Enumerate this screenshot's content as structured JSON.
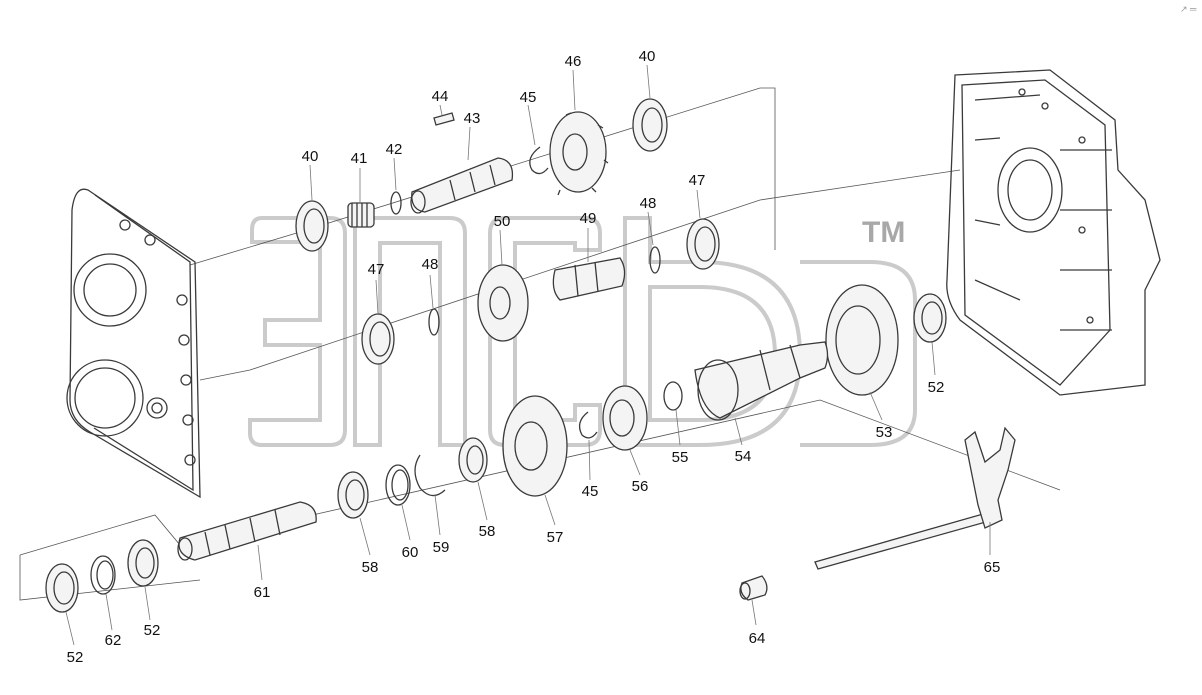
{
  "diagram": {
    "watermark_mark": "TM",
    "corner_mark": "↗ ═",
    "callouts": [
      {
        "id": "c40a",
        "text": "40"
      },
      {
        "id": "c41",
        "text": "41"
      },
      {
        "id": "c42",
        "text": "42"
      },
      {
        "id": "c44",
        "text": "44"
      },
      {
        "id": "c43",
        "text": "43"
      },
      {
        "id": "c45a",
        "text": "45"
      },
      {
        "id": "c46",
        "text": "46"
      },
      {
        "id": "c40b",
        "text": "40"
      },
      {
        "id": "c47a",
        "text": "47"
      },
      {
        "id": "c48a",
        "text": "48"
      },
      {
        "id": "c49",
        "text": "49"
      },
      {
        "id": "c50",
        "text": "50"
      },
      {
        "id": "c47b",
        "text": "47"
      },
      {
        "id": "c48b",
        "text": "48"
      },
      {
        "id": "c52a",
        "text": "52"
      },
      {
        "id": "c53",
        "text": "53"
      },
      {
        "id": "c54",
        "text": "54"
      },
      {
        "id": "c55",
        "text": "55"
      },
      {
        "id": "c56",
        "text": "56"
      },
      {
        "id": "c45b",
        "text": "45"
      },
      {
        "id": "c57",
        "text": "57"
      },
      {
        "id": "c58a",
        "text": "58"
      },
      {
        "id": "c59",
        "text": "59"
      },
      {
        "id": "c60",
        "text": "60"
      },
      {
        "id": "c58b",
        "text": "58"
      },
      {
        "id": "c61",
        "text": "61"
      },
      {
        "id": "c52b",
        "text": "52"
      },
      {
        "id": "c62",
        "text": "62"
      },
      {
        "id": "c52c",
        "text": "52"
      },
      {
        "id": "c64",
        "text": "64"
      },
      {
        "id": "c65",
        "text": "65"
      }
    ]
  }
}
